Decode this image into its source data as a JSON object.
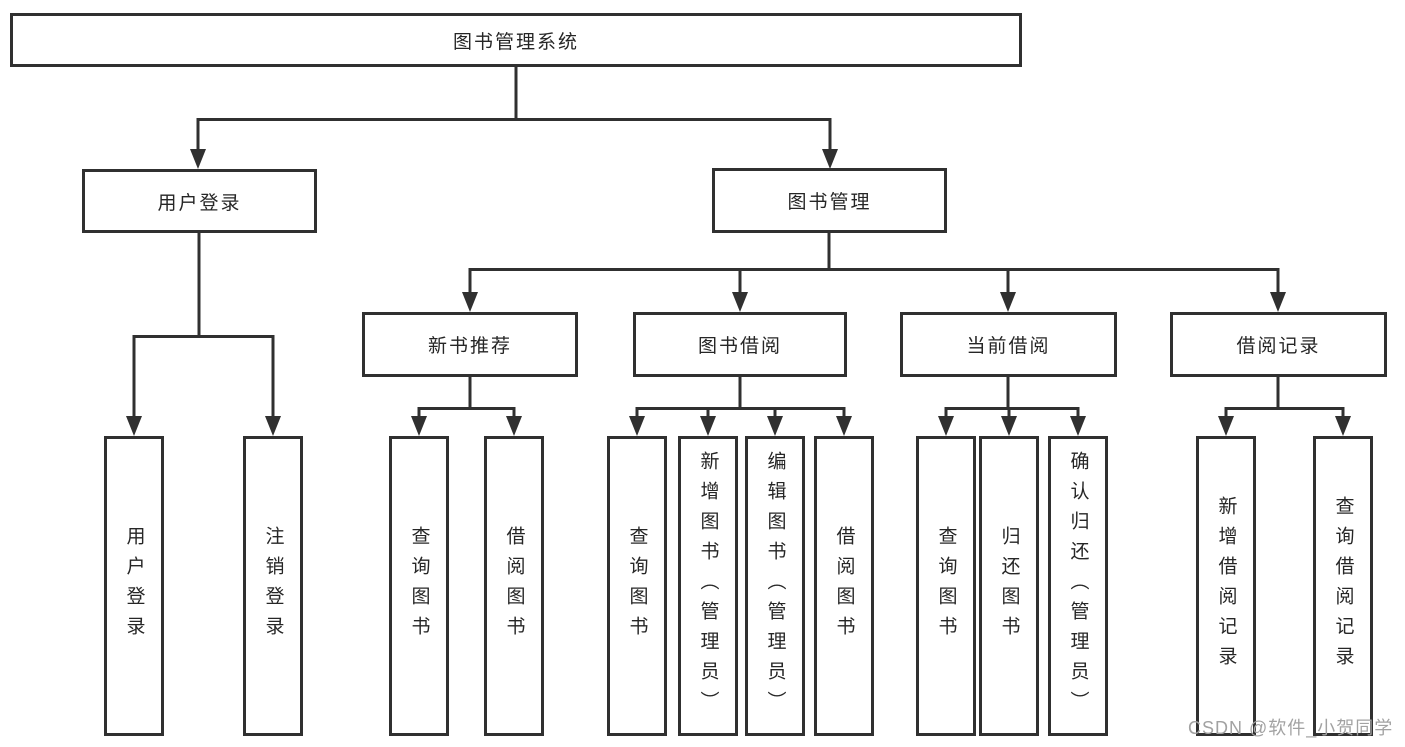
{
  "diagram": {
    "root": {
      "label": "图书管理系统"
    },
    "level2": [
      {
        "label": "用户登录"
      },
      {
        "label": "图书管理"
      }
    ],
    "level3": [
      {
        "label": "新书推荐"
      },
      {
        "label": "图书借阅"
      },
      {
        "label": "当前借阅"
      },
      {
        "label": "借阅记录"
      }
    ],
    "leaves": [
      {
        "label": "用户登录"
      },
      {
        "label": "注销登录"
      },
      {
        "label": "查询图书"
      },
      {
        "label": "借阅图书"
      },
      {
        "label": "查询图书"
      },
      {
        "label": "新增图书（管理员）"
      },
      {
        "label": "编辑图书（管理员）"
      },
      {
        "label": "借阅图书"
      },
      {
        "label": "查询图书"
      },
      {
        "label": "归还图书"
      },
      {
        "label": "确认归还（管理员）"
      },
      {
        "label": "新增借阅记录"
      },
      {
        "label": "查询借阅记录"
      }
    ],
    "watermark": {
      "text": "CSDN @软件_小贺同学"
    },
    "colors": {
      "line": "#303030",
      "box_border": "#303030",
      "text": "#262626",
      "background": "#ffffff",
      "watermark": "#a2a2a2"
    }
  }
}
